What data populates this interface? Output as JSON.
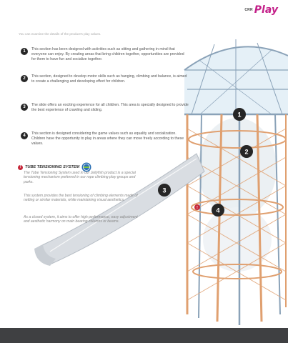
{
  "brand": {
    "small": "CRR",
    "big": "Play"
  },
  "intro": "You can examine the details of the product's play values.",
  "sections": [
    {
      "num": "1",
      "text": "This section has been designed with activities such as sitting and gathering in mind that everyone can enjoy. By creating areas that bring children together, opportunities are provided for them to have fun and socialize together."
    },
    {
      "num": "2",
      "text": "This section, designed to develop motor skills such as hanging, climbing and balance, is aimed to create a challenging and developing effect for children."
    },
    {
      "num": "3",
      "text": "The slide offers an exciting experience for all children. This area is specially designed to provide the best experience of crawling and sliding."
    },
    {
      "num": "4",
      "text": "This section is designed considering the game values such as equality and socialization. Children have the opportunity to play in areas where they can move freely according to these values."
    }
  ],
  "tube": {
    "marker": "!",
    "title": "TUBE TENSIONING SYSTEM",
    "p1": "The Tube Tensioning System used in our Jellyfish product is a special tensioning mechanism preferred in our rope climbing play groups and parks.",
    "p2": "This system provides the best tensioning of climbing elements made of netting or similar materials, while maintaining visual aesthetics.",
    "p3": "As a closed system, it aims to offer high performance, easy adjustment and aesthetic harmony on main bearing columns or beams."
  },
  "markers": [
    "1",
    "2",
    "3",
    "4",
    "!"
  ],
  "colors": {
    "tower_orange": "#e0a070",
    "tower_steel": "#8aa2b8",
    "dome_blue": "#cfe3f0",
    "slide": "#d9dde2",
    "footer": "#3f4042",
    "accent": "#c4218a"
  }
}
